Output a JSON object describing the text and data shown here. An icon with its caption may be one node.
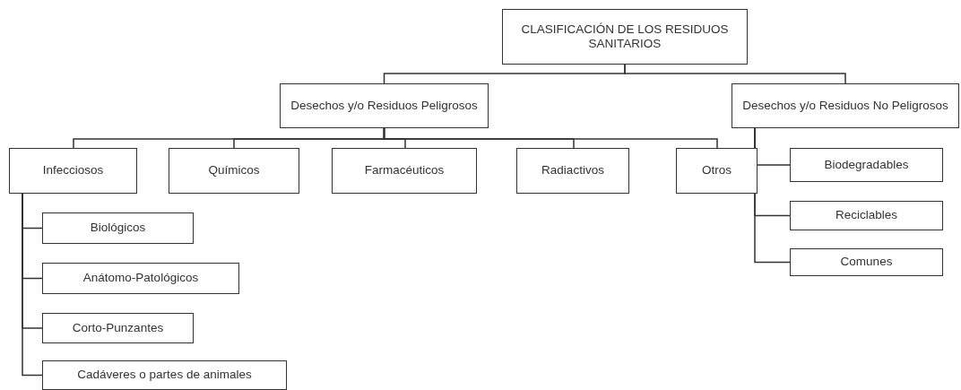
{
  "diagram": {
    "nodes": [
      {
        "text": [
          "CLASIFICACIÓN DE LOS RESIDUOS SANITARIOS"
        ]
      },
      {
        "text": [
          "Desechos y/o Residuos Peligrosos"
        ]
      },
      {
        "text": [
          "Desechos y/o Residuos No Peligrosos"
        ]
      },
      {
        "text": [
          "Infecciosos"
        ]
      },
      {
        "text": [
          "Químicos"
        ]
      },
      {
        "text": [
          "Farmacéuticos"
        ]
      },
      {
        "text": [
          "Radiactivos"
        ]
      },
      {
        "text": [
          "Otros"
        ]
      },
      {
        "text": [
          "Biodegradables"
        ]
      },
      {
        "text": [
          "Reciclables"
        ]
      },
      {
        "text": [
          "Comunes"
        ]
      },
      {
        "text": [
          "Biológicos"
        ]
      },
      {
        "text": [
          "Anátomo-Patológicos"
        ]
      },
      {
        "text": [
          "Corto-Punzantes"
        ]
      },
      {
        "text": [
          "Cadáveres o partes de animales"
        ]
      }
    ],
    "edges": [
      {
        "from": 0,
        "to": 1,
        "arrow": "none"
      },
      {
        "from": 0,
        "to": 2,
        "arrow": "none"
      },
      {
        "from": 1,
        "to": 3,
        "arrow": "none"
      },
      {
        "from": 1,
        "to": 4,
        "arrow": "none"
      },
      {
        "from": 1,
        "to": 5,
        "arrow": "none"
      },
      {
        "from": 1,
        "to": 6,
        "arrow": "none"
      },
      {
        "from": 1,
        "to": 7,
        "arrow": "none"
      },
      {
        "from": 2,
        "to": 8,
        "arrow": "none"
      },
      {
        "from": 2,
        "to": 9,
        "arrow": "none"
      },
      {
        "from": 2,
        "to": 10,
        "arrow": "none"
      },
      {
        "from": 3,
        "to": 11,
        "arrow": "none"
      },
      {
        "from": 3,
        "to": 12,
        "arrow": "none"
      },
      {
        "from": 3,
        "to": 13,
        "arrow": "none"
      },
      {
        "from": 3,
        "to": 14,
        "arrow": "none"
      }
    ]
  }
}
